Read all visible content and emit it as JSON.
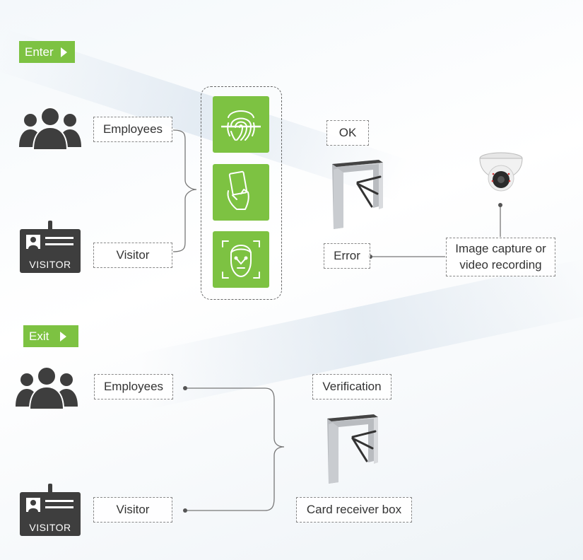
{
  "enter": {
    "tag_label": "Enter",
    "employees_label": "Employees",
    "visitor_label": "Visitor",
    "badge_text": "VISITOR",
    "ok_label": "OK",
    "error_label": "Error",
    "capture_label_line1": "Image capture or",
    "capture_label_line2": "video recording",
    "auth_methods": [
      "fingerprint-icon",
      "card-icon",
      "face-icon"
    ]
  },
  "exit": {
    "tag_label": "Exit",
    "employees_label": "Employees",
    "visitor_label": "Visitor",
    "badge_text": "VISITOR",
    "verification_label": "Verification",
    "card_receiver_label": "Card receiver box"
  },
  "colors": {
    "accent_green": "#7dc242",
    "icon_dark": "#3e3e3e"
  }
}
